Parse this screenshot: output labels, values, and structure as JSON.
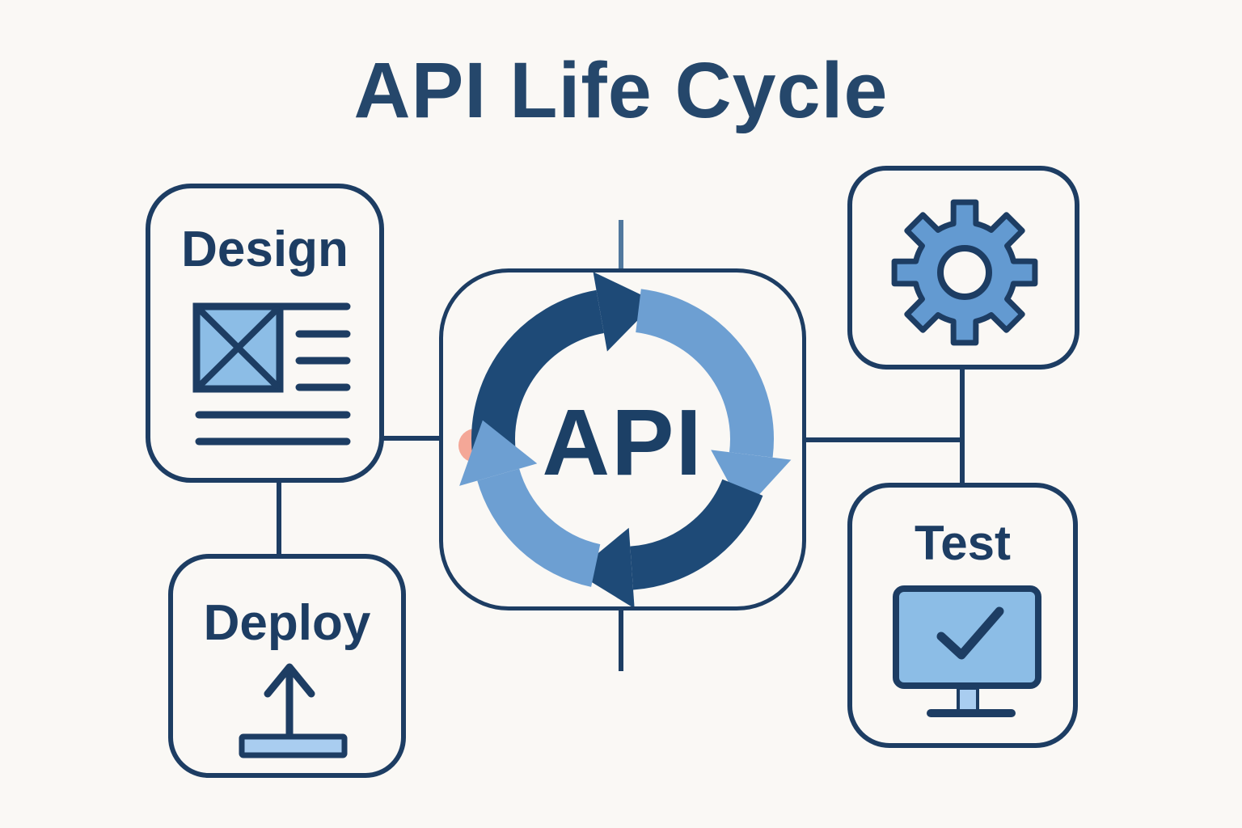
{
  "title": "API Life Cycle",
  "nodes": {
    "design": {
      "label": "Design",
      "icon": "wireframe-document-icon"
    },
    "build": {
      "icon": "gear-icon"
    },
    "api": {
      "label": "API",
      "icon": "cycle-arrows-icon"
    },
    "deploy": {
      "label": "Deploy",
      "icon": "upload-arrow-icon"
    },
    "test": {
      "label": "Test",
      "icon": "monitor-checkmark-icon"
    }
  },
  "colors": {
    "background": "#faf8f5",
    "navy_outline": "#1d3d63",
    "title_text": "#25476b",
    "cycle_dark_arc": "#1e4a77",
    "cycle_light_arc": "#6d9fd2",
    "light_blue_fill": "#8cbde6",
    "pale_blue_fill": "#a9cdf0",
    "gear_blue": "#639ad1",
    "connector_light_blue": "#a3c4e2",
    "connector_steel_blue": "#51799e",
    "salmon_dot": "#f4a797"
  }
}
